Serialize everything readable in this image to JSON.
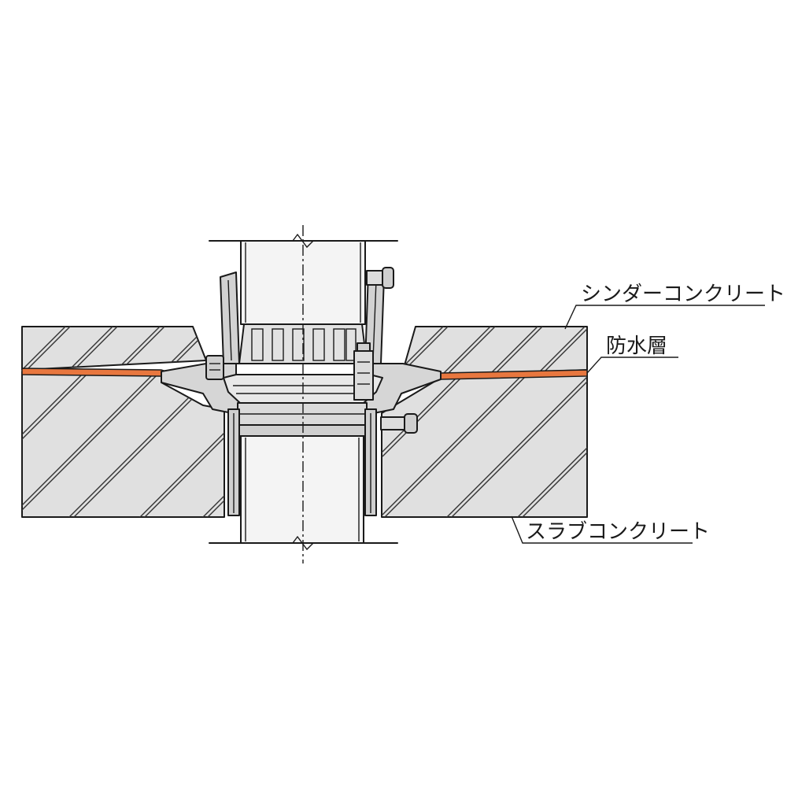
{
  "labels": {
    "cinder_concrete": "シンダーコンクリート",
    "waterproof_layer": "防水層",
    "slab_concrete": "スラブコンクリート"
  },
  "colors": {
    "concrete": "#e0e0e0",
    "metal": "#d6d6d6",
    "metal_dark": "#bdbdbd",
    "pipe": "#f4f4f4",
    "membrane": "#e8773f",
    "line": "#1a1a1a"
  }
}
